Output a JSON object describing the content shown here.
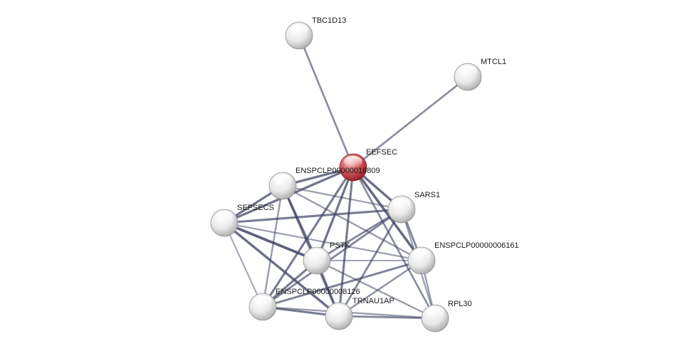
{
  "network": {
    "query_color": "#c9393b",
    "node_color": "#e6e6e6",
    "edge_color": "#3e4462",
    "nodes": [
      {
        "id": "TBC1D13",
        "label": "TBC1D13",
        "query": false
      },
      {
        "id": "MTCL1",
        "label": "MTCL1",
        "query": false
      },
      {
        "id": "EEFSEC",
        "label": "EEFSEC",
        "query": true
      },
      {
        "id": "ENSPCLP00000019809",
        "label": "ENSPCLP00000019809",
        "query": false
      },
      {
        "id": "SARS1",
        "label": "SARS1",
        "query": false
      },
      {
        "id": "SEPSECS",
        "label": "SEPSECS",
        "query": false
      },
      {
        "id": "PSTK",
        "label": "PSTK",
        "query": false
      },
      {
        "id": "ENSPCLP00000006161",
        "label": "ENSPCLP00000006161",
        "query": false
      },
      {
        "id": "ENSPCLP00000008126",
        "label": "ENSPCLP00000008126",
        "query": false
      },
      {
        "id": "TRNAU1AP",
        "label": "TRNAU1AP",
        "query": false
      },
      {
        "id": "RPL30",
        "label": "RPL30",
        "query": false
      }
    ],
    "edges": [
      {
        "source": "EEFSEC",
        "target": "TBC1D13",
        "strength": 0.55
      },
      {
        "source": "EEFSEC",
        "target": "MTCL1",
        "strength": 0.55
      },
      {
        "source": "EEFSEC",
        "target": "ENSPCLP00000019809",
        "strength": 0.75
      },
      {
        "source": "EEFSEC",
        "target": "SARS1",
        "strength": 0.8
      },
      {
        "source": "EEFSEC",
        "target": "SEPSECS",
        "strength": 0.75
      },
      {
        "source": "EEFSEC",
        "target": "PSTK",
        "strength": 0.75
      },
      {
        "source": "EEFSEC",
        "target": "ENSPCLP00000006161",
        "strength": 0.85
      },
      {
        "source": "EEFSEC",
        "target": "ENSPCLP00000008126",
        "strength": 0.7
      },
      {
        "source": "EEFSEC",
        "target": "TRNAU1AP",
        "strength": 0.7
      },
      {
        "source": "EEFSEC",
        "target": "RPL30",
        "strength": 0.55
      },
      {
        "source": "ENSPCLP00000019809",
        "target": "SEPSECS",
        "strength": 0.75
      },
      {
        "source": "ENSPCLP00000019809",
        "target": "SARS1",
        "strength": 0.4
      },
      {
        "source": "ENSPCLP00000019809",
        "target": "PSTK",
        "strength": 0.75
      },
      {
        "source": "ENSPCLP00000019809",
        "target": "ENSPCLP00000006161",
        "strength": 0.45
      },
      {
        "source": "ENSPCLP00000019809",
        "target": "ENSPCLP00000008126",
        "strength": 0.45
      },
      {
        "source": "ENSPCLP00000019809",
        "target": "TRNAU1AP",
        "strength": 0.6
      },
      {
        "source": "SEPSECS",
        "target": "SARS1",
        "strength": 0.7
      },
      {
        "source": "SEPSECS",
        "target": "PSTK",
        "strength": 0.9
      },
      {
        "source": "SEPSECS",
        "target": "ENSPCLP00000008126",
        "strength": 0.35
      },
      {
        "source": "SEPSECS",
        "target": "TRNAU1AP",
        "strength": 0.8
      },
      {
        "source": "SEPSECS",
        "target": "ENSPCLP00000006161",
        "strength": 0.4
      },
      {
        "source": "SARS1",
        "target": "PSTK",
        "strength": 0.6
      },
      {
        "source": "SARS1",
        "target": "ENSPCLP00000006161",
        "strength": 0.6
      },
      {
        "source": "SARS1",
        "target": "ENSPCLP00000008126",
        "strength": 0.6
      },
      {
        "source": "SARS1",
        "target": "TRNAU1AP",
        "strength": 0.6
      },
      {
        "source": "SARS1",
        "target": "RPL30",
        "strength": 0.4
      },
      {
        "source": "PSTK",
        "target": "ENSPCLP00000006161",
        "strength": 0.35
      },
      {
        "source": "PSTK",
        "target": "ENSPCLP00000008126",
        "strength": 0.7
      },
      {
        "source": "PSTK",
        "target": "TRNAU1AP",
        "strength": 0.7
      },
      {
        "source": "PSTK",
        "target": "RPL30",
        "strength": 0.45
      },
      {
        "source": "ENSPCLP00000008126",
        "target": "TRNAU1AP",
        "strength": 0.7
      },
      {
        "source": "ENSPCLP00000008126",
        "target": "ENSPCLP00000006161",
        "strength": 0.65
      },
      {
        "source": "ENSPCLP00000008126",
        "target": "RPL30",
        "strength": 0.45
      },
      {
        "source": "TRNAU1AP",
        "target": "RPL30",
        "strength": 0.6
      },
      {
        "source": "TRNAU1AP",
        "target": "ENSPCLP00000006161",
        "strength": 0.5
      },
      {
        "source": "ENSPCLP00000006161",
        "target": "RPL30",
        "strength": 0.45
      }
    ]
  }
}
